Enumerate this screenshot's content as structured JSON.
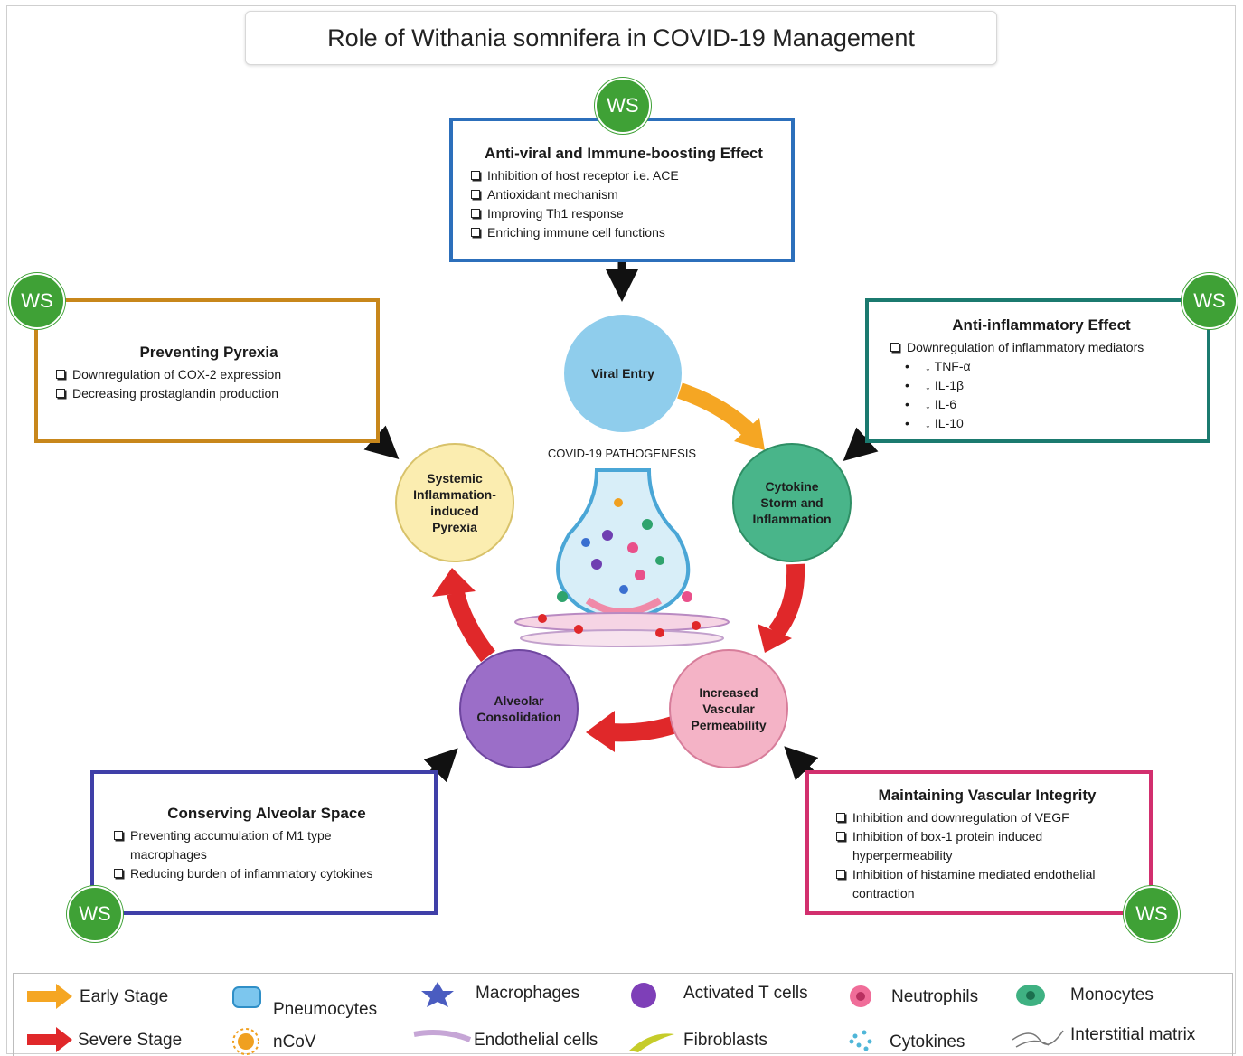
{
  "title": "Role of Withania somnifera in COVID-19 Management",
  "ws_label": "WS",
  "center_label": "COVID-19 PATHOGENESIS",
  "boxes": {
    "antiviral": {
      "title": "Anti-viral and Immune-boosting Effect",
      "items": [
        "Inhibition of host receptor i.e. ACE",
        "Antioxidant mechanism",
        "Improving Th1 response",
        "Enriching immune cell functions"
      ],
      "color": "#2c6fbb"
    },
    "pyrexia": {
      "title": "Preventing Pyrexia",
      "items": [
        "Downregulation of COX-2 expression",
        "Decreasing prostaglandin production"
      ],
      "color": "#c8871b"
    },
    "antiinflammatory": {
      "title": "Anti-inflammatory Effect",
      "items": [
        "Downregulation of inflammatory mediators"
      ],
      "subitems": [
        "↓ TNF-α",
        "↓ IL-1β",
        "↓ IL-6",
        "↓ IL-10"
      ],
      "color": "#1b7a6f"
    },
    "alveolar": {
      "title": "Conserving Alveolar Space",
      "items": [
        "Preventing accumulation of M1 type macrophages",
        "Reducing burden of inflammatory cytokines"
      ],
      "color": "#3f3fa8"
    },
    "vascular": {
      "title": "Maintaining Vascular Integrity",
      "items": [
        "Inhibition and downregulation of VEGF",
        "Inhibition of box-1 protein induced hyperpermeability",
        "Inhibition of histamine mediated endothelial contraction"
      ],
      "color": "#d22f6e"
    }
  },
  "circles": {
    "viral_entry": {
      "label": "Viral Entry",
      "color": "#8fcdec"
    },
    "cytokine": {
      "label": "Cytokine Storm and Inflammation",
      "color": "#49b58a"
    },
    "permeability": {
      "label": "Increased Vascular Permeability",
      "color": "#f4b3c6"
    },
    "consolidation": {
      "label": "Alveolar Consolidation",
      "color": "#9b6ec8"
    },
    "pyrexia": {
      "label": "Systemic Inflammation-induced Pyrexia",
      "color": "#fbedb0"
    }
  },
  "legend": {
    "early_stage": "Early Stage",
    "severe_stage": "Severe Stage",
    "pneumocytes": "Pneumocytes",
    "ncov": "nCoV",
    "macrophages": "Macrophages",
    "endothelial": "Endothelial cells",
    "activated_t": "Activated T cells",
    "fibroblasts": "Fibroblasts",
    "neutrophils": "Neutrophils",
    "cytokines": "Cytokines",
    "monocytes": "Monocytes",
    "interstitial": "Interstitial matrix"
  },
  "colors": {
    "ws_green": "#3fa136",
    "early_arrow": "#f5a623",
    "severe_arrow": "#e0282a"
  }
}
